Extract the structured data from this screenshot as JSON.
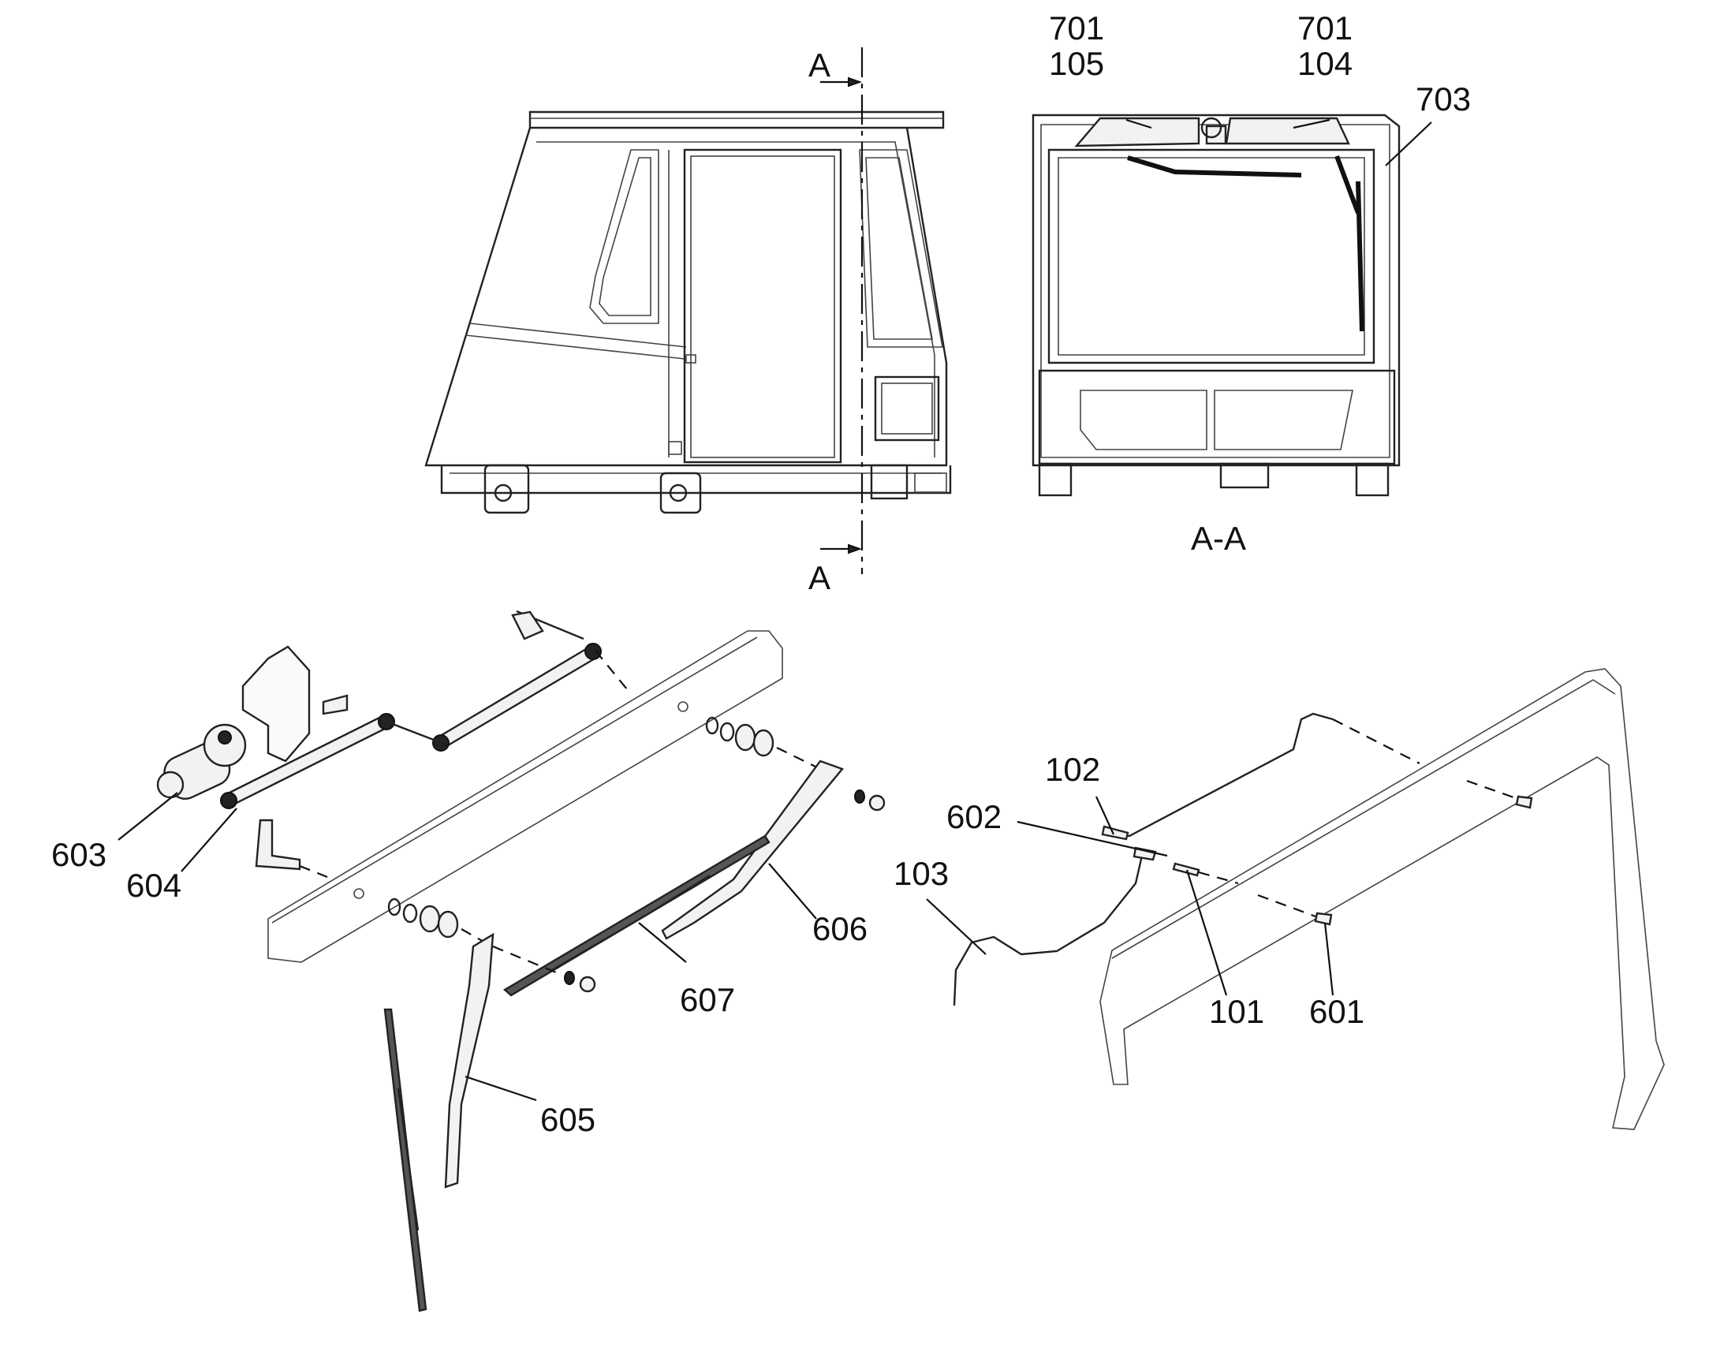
{
  "section": {
    "marker_top": "A",
    "marker_bottom": "A",
    "view_label": "A-A"
  },
  "callouts": {
    "c701a": "701",
    "c105": "105",
    "c701b": "701",
    "c104": "104",
    "c703": "703",
    "c603": "603",
    "c604": "604",
    "c606": "606",
    "c607": "607",
    "c605": "605",
    "c102": "102",
    "c602": "602",
    "c103": "103",
    "c101": "101",
    "c601": "601"
  }
}
